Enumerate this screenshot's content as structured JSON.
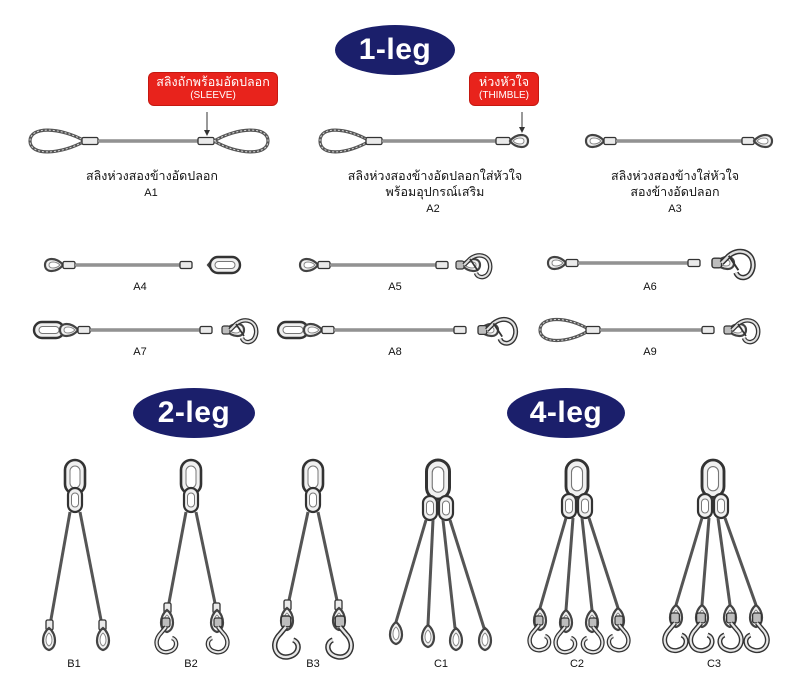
{
  "sections": {
    "one_leg": "1-leg",
    "two_leg": "2-leg",
    "four_leg": "4-leg"
  },
  "callouts": {
    "sleeve": {
      "thai": "สลิงถักพร้อมอัดปลอก",
      "en": "(SLEEVE)"
    },
    "thimble": {
      "thai": "ห่วงหัวใจ",
      "en": "(THIMBLE)"
    }
  },
  "items": {
    "A1": {
      "code": "A1",
      "desc": [
        "สลิงห่วงสองข้างอัดปลอก"
      ]
    },
    "A2": {
      "code": "A2",
      "desc": [
        "สลิงห่วงสองข้างอัดปลอกใส่หัวใจ",
        "พร้อมอุปกรณ์เสริม"
      ]
    },
    "A3": {
      "code": "A3",
      "desc": [
        "สลิงห่วงสองข้างใส่หัวใจ",
        "สองข้างอัดปลอก"
      ]
    },
    "A4": {
      "code": "A4"
    },
    "A5": {
      "code": "A5"
    },
    "A6": {
      "code": "A6"
    },
    "A7": {
      "code": "A7"
    },
    "A8": {
      "code": "A8"
    },
    "A9": {
      "code": "A9"
    },
    "B1": {
      "code": "B1"
    },
    "B2": {
      "code": "B2"
    },
    "B3": {
      "code": "B3"
    },
    "C1": {
      "code": "C1"
    },
    "C2": {
      "code": "C2"
    },
    "C3": {
      "code": "C3"
    }
  },
  "colors": {
    "oval": "#1b1f6b",
    "callout": "#e8231c"
  }
}
